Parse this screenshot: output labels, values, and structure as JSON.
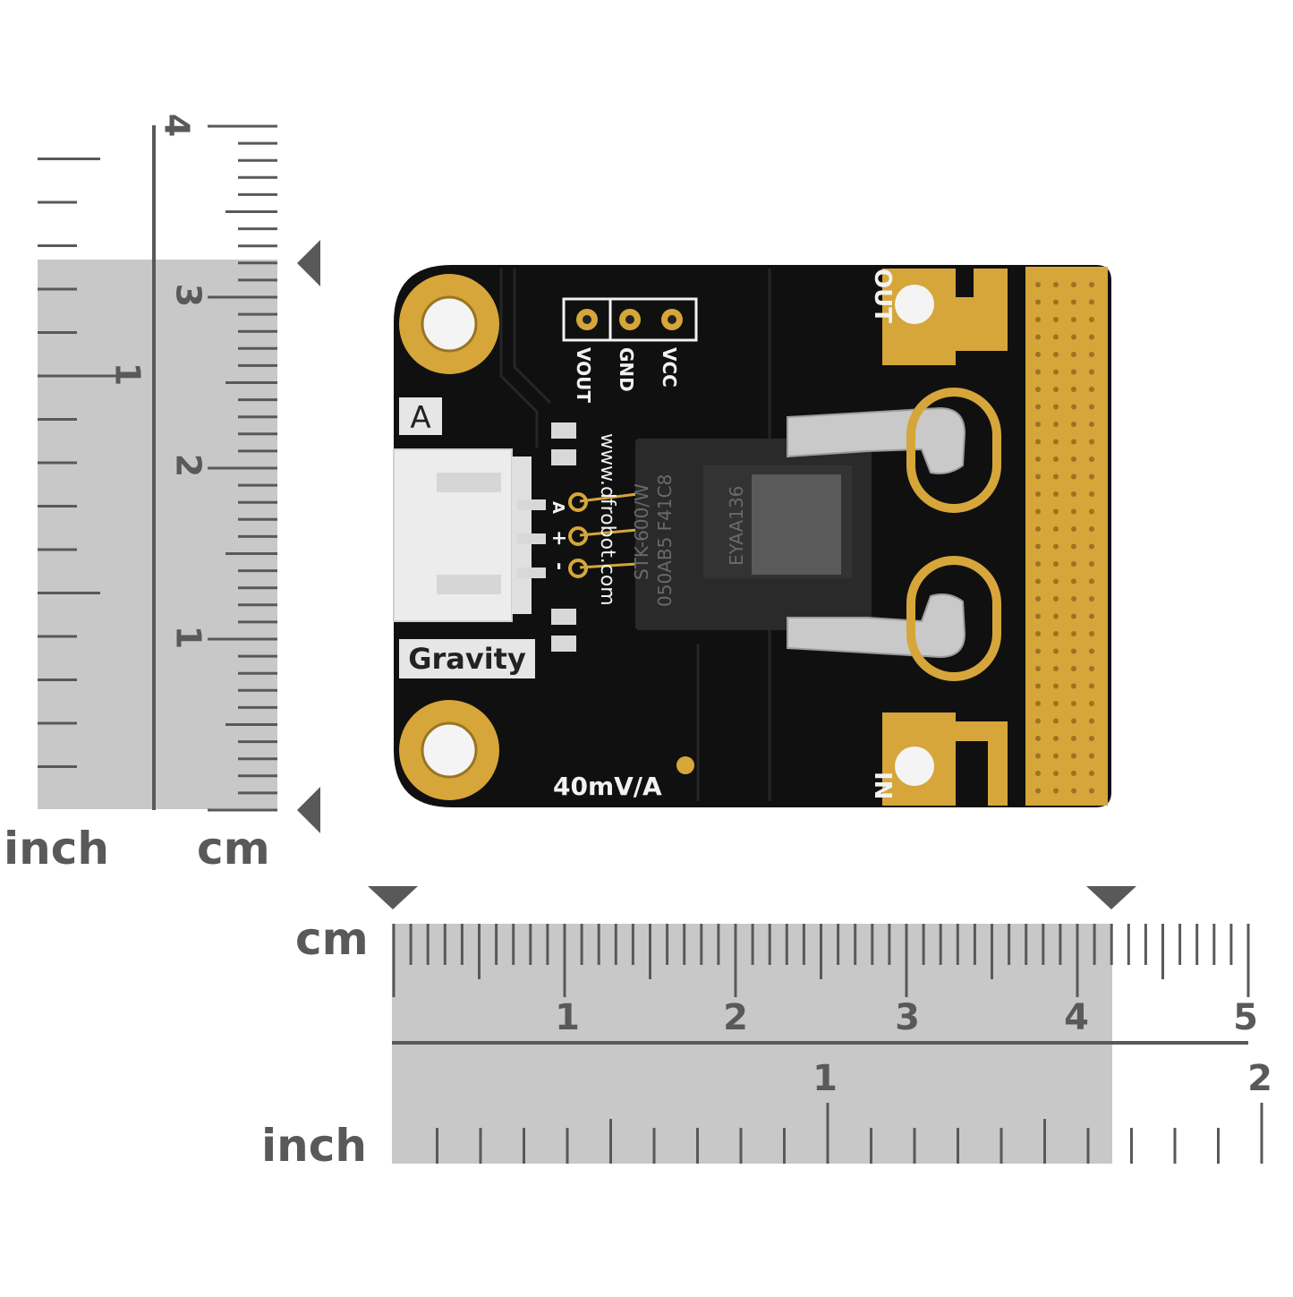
{
  "colors": {
    "ruler_gray": "#595959",
    "ruler_shade": "#c8c8c8",
    "pcb_black": "#101010",
    "gold": "#d6a63a",
    "silk_white": "#f2f2f2"
  },
  "left_ruler": {
    "inch_label": "inch",
    "cm_label": "cm",
    "inch_ticks": [
      "1"
    ],
    "cm_ticks": [
      "1",
      "2",
      "3",
      "4"
    ]
  },
  "bottom_ruler": {
    "cm_label": "cm",
    "inch_label": "inch",
    "cm_ticks": [
      "1",
      "2",
      "3",
      "4",
      "5"
    ],
    "inch_ticks": [
      "1",
      "2"
    ]
  },
  "board": {
    "header_pins": [
      "VOUT",
      "GND",
      "VCC"
    ],
    "connector_tag": "A",
    "brand_label": "Gravity",
    "url_text": "www.dfrobot.com",
    "pin_marks": [
      "A",
      "+",
      "-"
    ],
    "chip_line1": "STK-600/W",
    "chip_line2": "050AB5 F41C8",
    "chip_side_code": "EYAA136",
    "sensitivity": "40mV/A",
    "terminal_out": "OUT",
    "terminal_in": "IN"
  }
}
